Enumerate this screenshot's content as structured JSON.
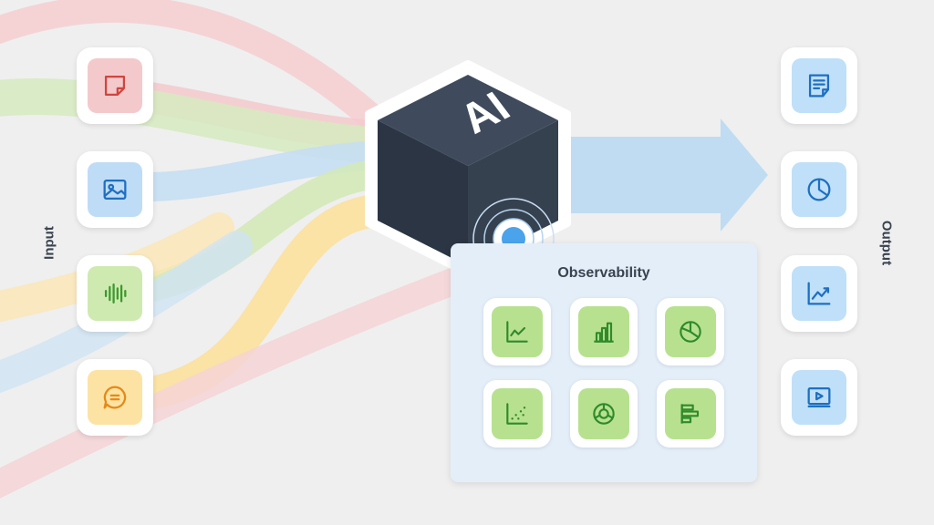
{
  "labels": {
    "input": "Input",
    "output": "Output",
    "observability": "Observability",
    "cube": "AI"
  },
  "colors": {
    "red_stream": "#f2c6c9",
    "green_stream": "#cfe6b3",
    "blue_stream": "#bfdcf2",
    "yellow_stream": "#fbe2a6",
    "cube_dark": "#2f3a4a",
    "accent_blue": "#4ba3ec",
    "obs_green": "#b7e18f",
    "obs_icon": "#2f8a2a",
    "output_tile": "#bfe0f8",
    "output_icon": "#1f6fc1"
  },
  "inputs": [
    {
      "icon": "sticky-note-icon",
      "color": "#f4c9cc",
      "stroke": "#d0453f"
    },
    {
      "icon": "image-icon",
      "color": "#bfdcf7",
      "stroke": "#1f6fc1"
    },
    {
      "icon": "audio-waveform-icon",
      "color": "#cfeab0",
      "stroke": "#3c9a2f"
    },
    {
      "icon": "chat-bubble-icon",
      "color": "#fde3a3",
      "stroke": "#e48a1a"
    }
  ],
  "outputs": [
    {
      "icon": "document-icon"
    },
    {
      "icon": "pie-chart-icon"
    },
    {
      "icon": "trend-chart-icon"
    },
    {
      "icon": "video-player-icon"
    }
  ],
  "observability_icons": [
    "line-chart-icon",
    "bar-chart-icon",
    "pie-chart-icon",
    "scatter-plot-icon",
    "donut-chart-icon",
    "horizontal-bar-chart-icon"
  ]
}
